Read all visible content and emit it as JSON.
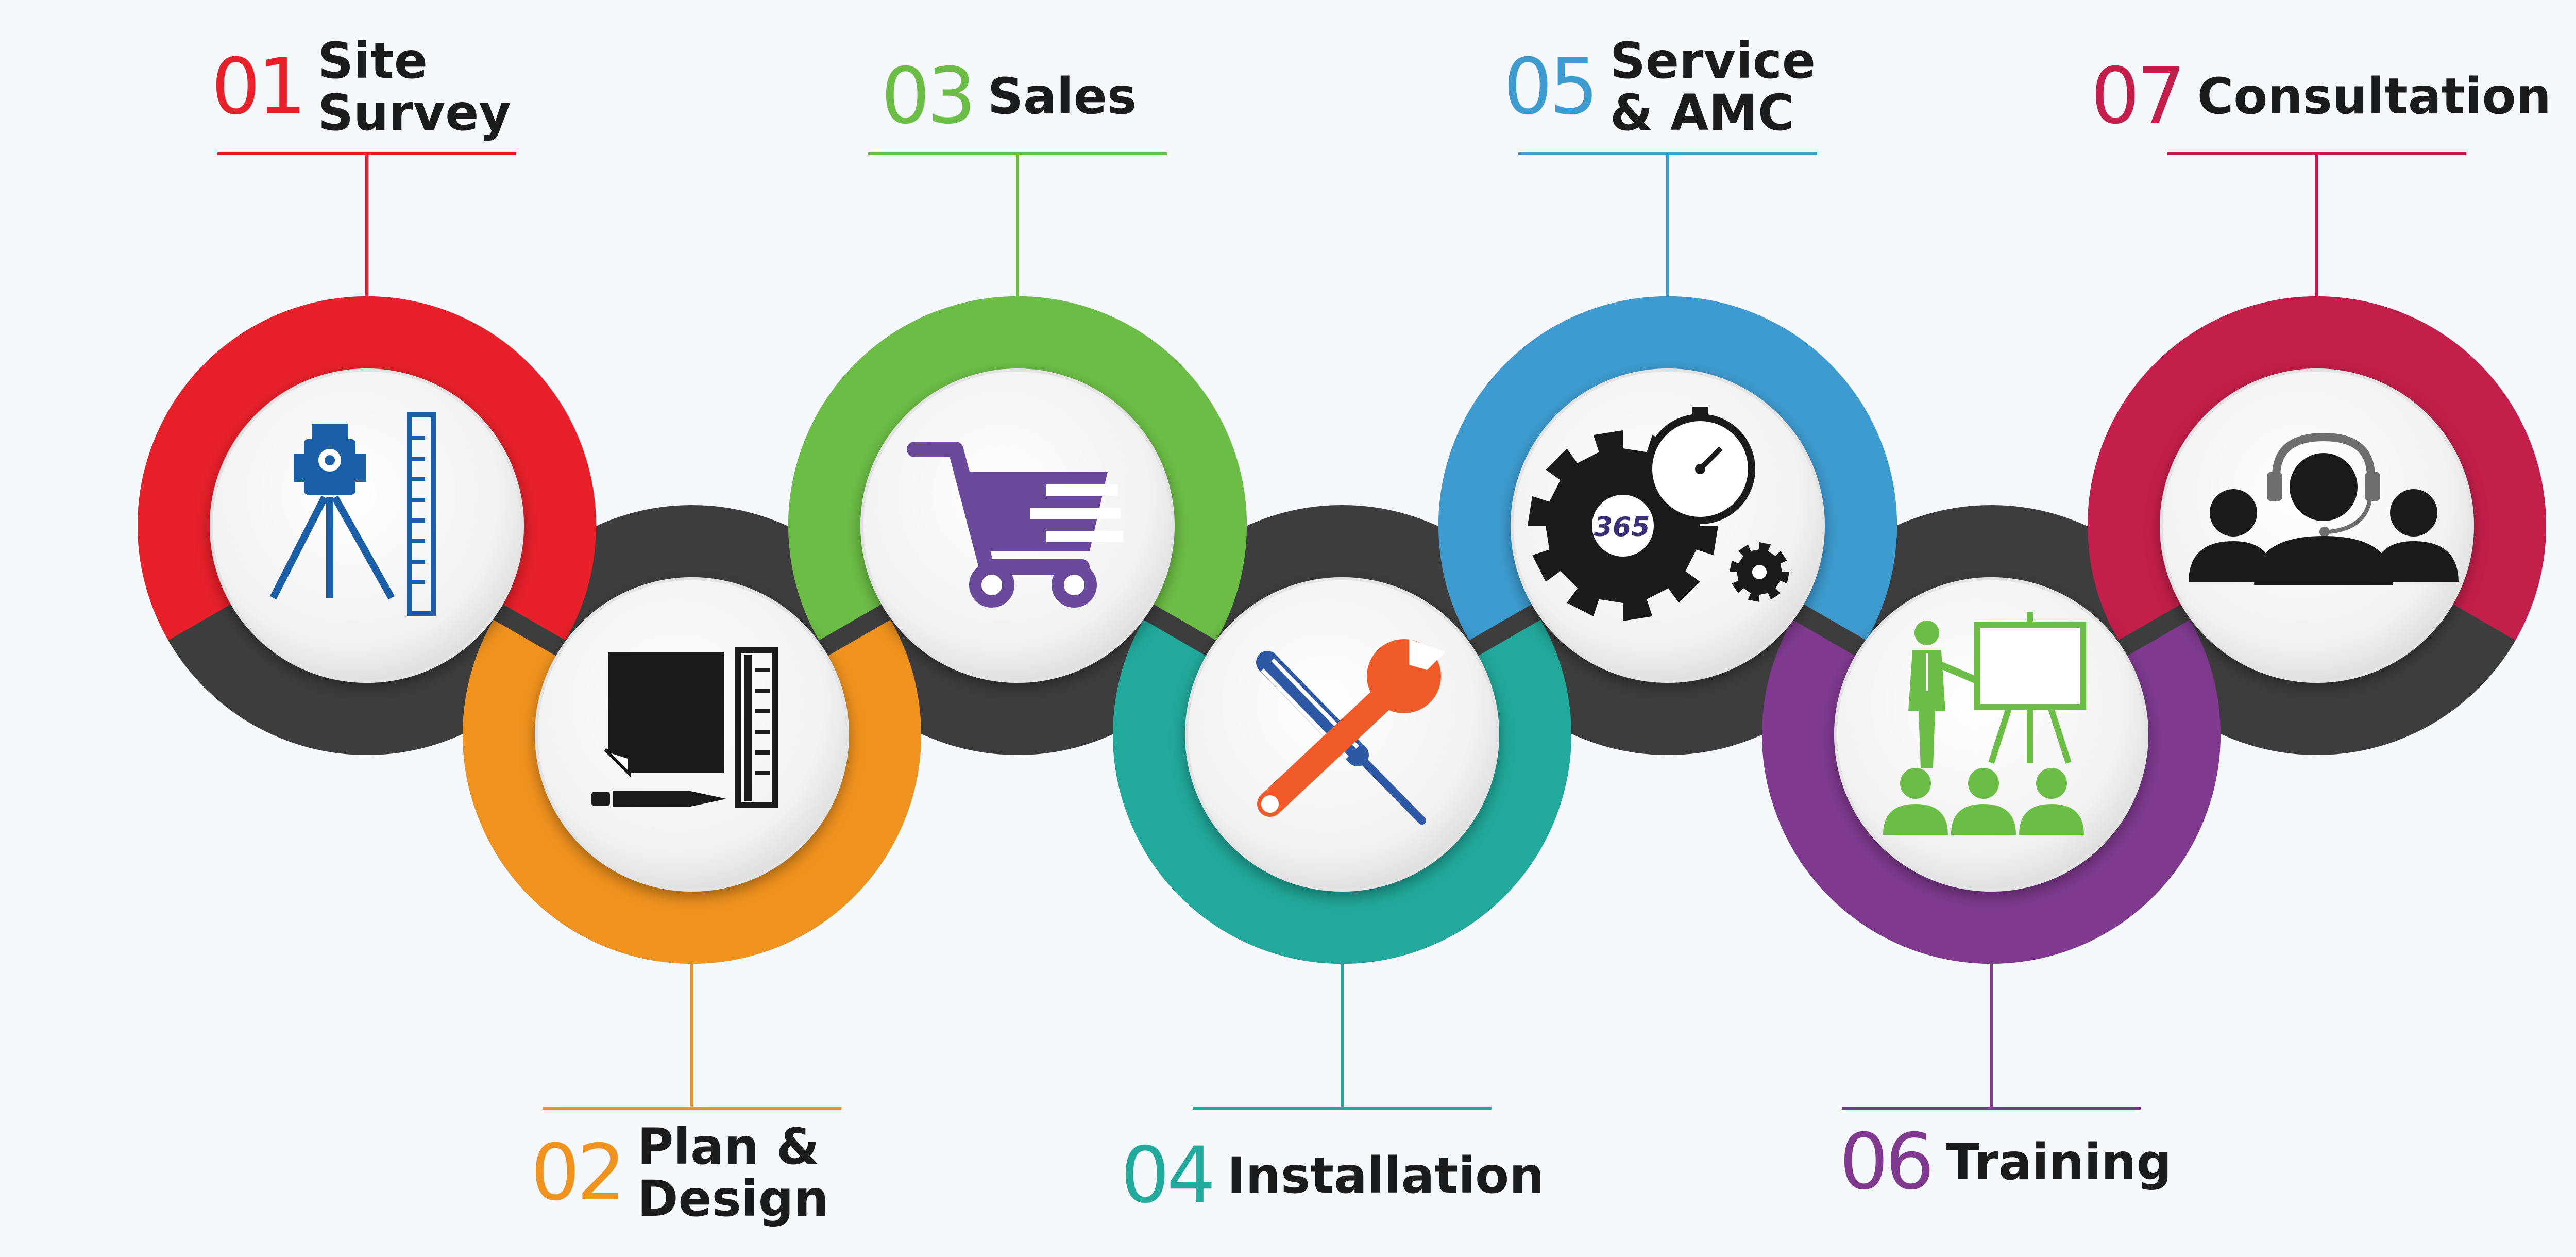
{
  "steps": [
    {
      "number": "01",
      "title": [
        "Site",
        "Survey"
      ],
      "color": "#e8202a",
      "icon": "surveying-theodolite-icon"
    },
    {
      "number": "02",
      "title": [
        "Plan &",
        "Design"
      ],
      "color": "#f0921e",
      "icon": "drafting-blueprint-icon"
    },
    {
      "number": "03",
      "title": [
        "Sales"
      ],
      "color": "#6cbd45",
      "icon": "shopping-cart-icon"
    },
    {
      "number": "04",
      "title": [
        "Installation"
      ],
      "color": "#21a99b",
      "icon": "wrench-screwdriver-icon"
    },
    {
      "number": "05",
      "title": [
        "Service",
        "& AMC"
      ],
      "color": "#3d9bd0",
      "icon": "gear-stopwatch-365-icon"
    },
    {
      "number": "06",
      "title": [
        "Training"
      ],
      "color": "#7f3a8f",
      "icon": "presentation-trainer-icon"
    },
    {
      "number": "07",
      "title": [
        "Consultation"
      ],
      "color": "#c41e4a",
      "icon": "headset-consultant-group-icon"
    }
  ],
  "gear_badge_text": "365",
  "chain_color": "#3d3d3d"
}
